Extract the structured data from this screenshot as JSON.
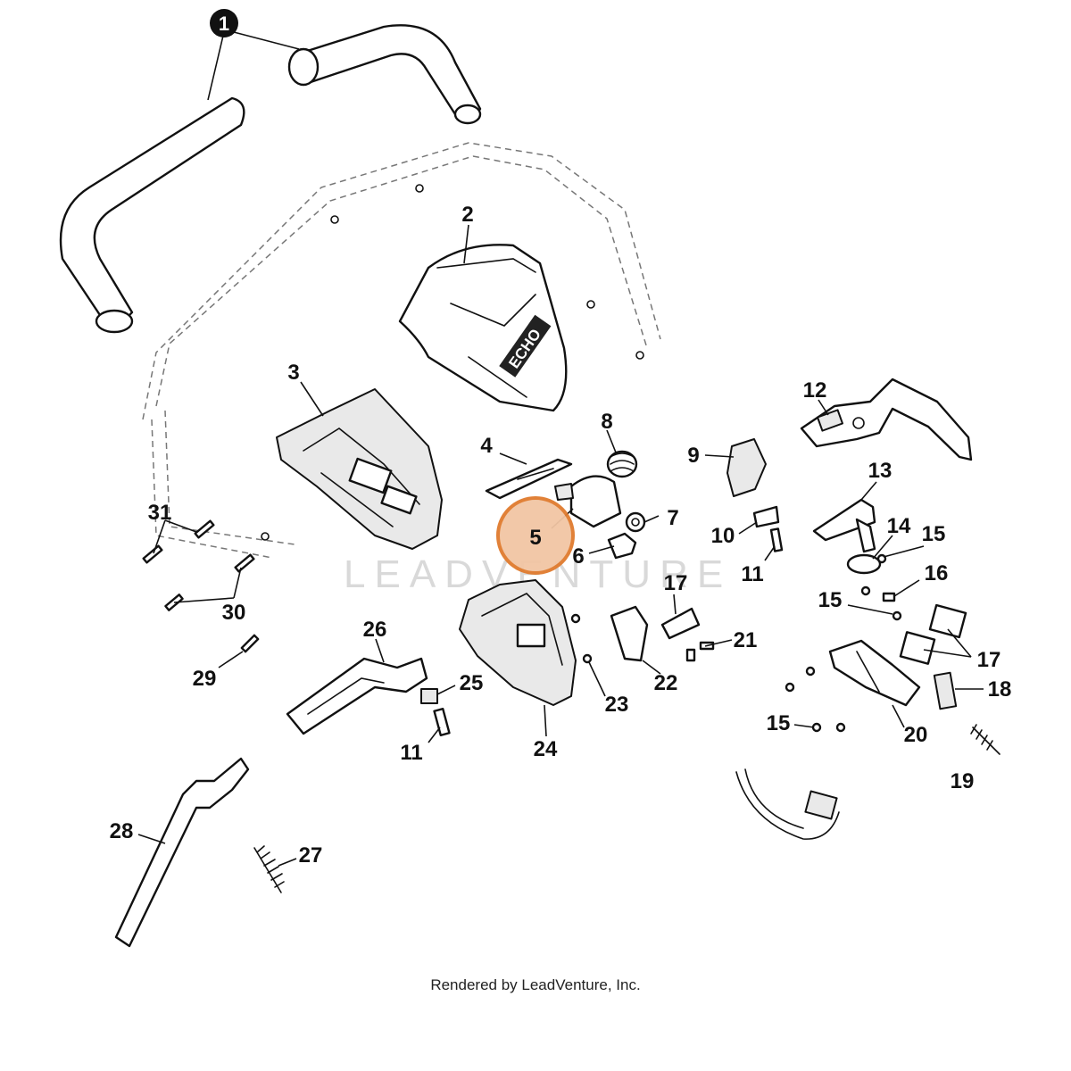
{
  "diagram": {
    "callouts": [
      "1",
      "2",
      "3",
      "4",
      "5",
      "6",
      "7",
      "8",
      "9",
      "10",
      "11",
      "11",
      "12",
      "13",
      "14",
      "15",
      "15",
      "15",
      "16",
      "17",
      "17",
      "18",
      "19",
      "20",
      "21",
      "22",
      "23",
      "24",
      "25",
      "26",
      "27",
      "28",
      "29",
      "30",
      "31"
    ],
    "brand_on_cover": "ECHO",
    "watermark": "LEADVENTURE",
    "highlight_color": "#e07b2e",
    "footer": "Rendered by LeadVenture, Inc."
  }
}
